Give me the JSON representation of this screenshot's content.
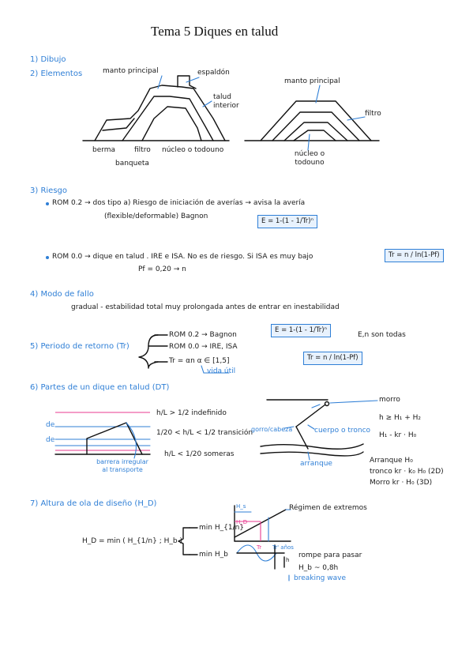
{
  "title": "Tema 5     Diques en talud",
  "s1": {
    "heading": "1) Dibujo"
  },
  "s2": {
    "heading": "2) Elementos",
    "labels": {
      "manto_principal": "manto principal",
      "espaldon": "espaldón",
      "talud_interior": "talud interior",
      "berma": "berma",
      "filtro": "filtro",
      "nucleo": "núcleo o todouno",
      "banqueta": "banqueta",
      "manto_principal_2": "manto principal",
      "filtro_2": "filtro",
      "nucleo_2": "núcleo o todouno"
    }
  },
  "s3": {
    "heading": "3) Riesgo",
    "rom02_line": "ROM 0.2 → dos tipo a) Riesgo de iniciación de averías → avisa la avería",
    "rom02_sub": "(flexible/deformable)   Bagnon",
    "formula1": "E = 1-(1 - 1/Tr)ⁿ",
    "rom00_line": "ROM 0.0 → dique en talud . IRE e ISA. No es de riesgo. Si ISA es muy bajo",
    "formula2": "Tr = n / ln(1-Pf)",
    "pf": "Pf = 0,20 → n"
  },
  "s4": {
    "heading": "4) Modo de fallo",
    "text": "gradual - estabilidad total muy prolongada antes de entrar en inestabilidad"
  },
  "s5": {
    "heading": "5) Periodo de retorno (Tr)",
    "b1": "ROM 0.2 → Bagnon",
    "b1_formula": "E = 1-(1 - 1/Tr)ⁿ",
    "b1_note": "E,n son todas",
    "b2": "ROM 0.0 → IRE, ISA",
    "b2_formula": "Tr = n / ln(1-Pf)",
    "b3": "Tr = αn     α ∈ [1,5]",
    "b3_note": "vida útil"
  },
  "s6": {
    "heading": "6) Partes de un dique en talud (DT)",
    "de1": "de",
    "de2": "de",
    "r1": "h/L > 1/2  indefinido",
    "r2": "1/20 < h/L < 1/2  transición",
    "r3": "h/L < 1/20  someras",
    "barrera": "barrera irregular al transporte",
    "morro": "morro",
    "c1": "h ≥ H₁ + H₂",
    "c2": "H₁ - kr · H₀",
    "gorro": "gorro/cabeza",
    "cuerpo": "cuerpo o tronco",
    "arranque": "arranque",
    "a1": "Arranque  H₀",
    "a2": "tronco    kr · k₀ H₀ (2D)",
    "a3": "Morro  kr · H₀ (3D)"
  },
  "s7": {
    "heading": "7) Altura de ola de diseño (H_D)",
    "hd": "H_D = min ( H_{1/n} ; H_b )",
    "min1": "min H_{1/n}",
    "min2": "min H_b",
    "regimen": "Régimen de extremos",
    "rompe": "rompe para pasar",
    "hb": "H_b ~ 0,8h",
    "breaking": "breaking wave",
    "ax_h": "H_s",
    "ax_hd": "H_D",
    "ax_tr": "Tr",
    "ax_tr2": "Tr' años",
    "ax_hh": "h"
  }
}
